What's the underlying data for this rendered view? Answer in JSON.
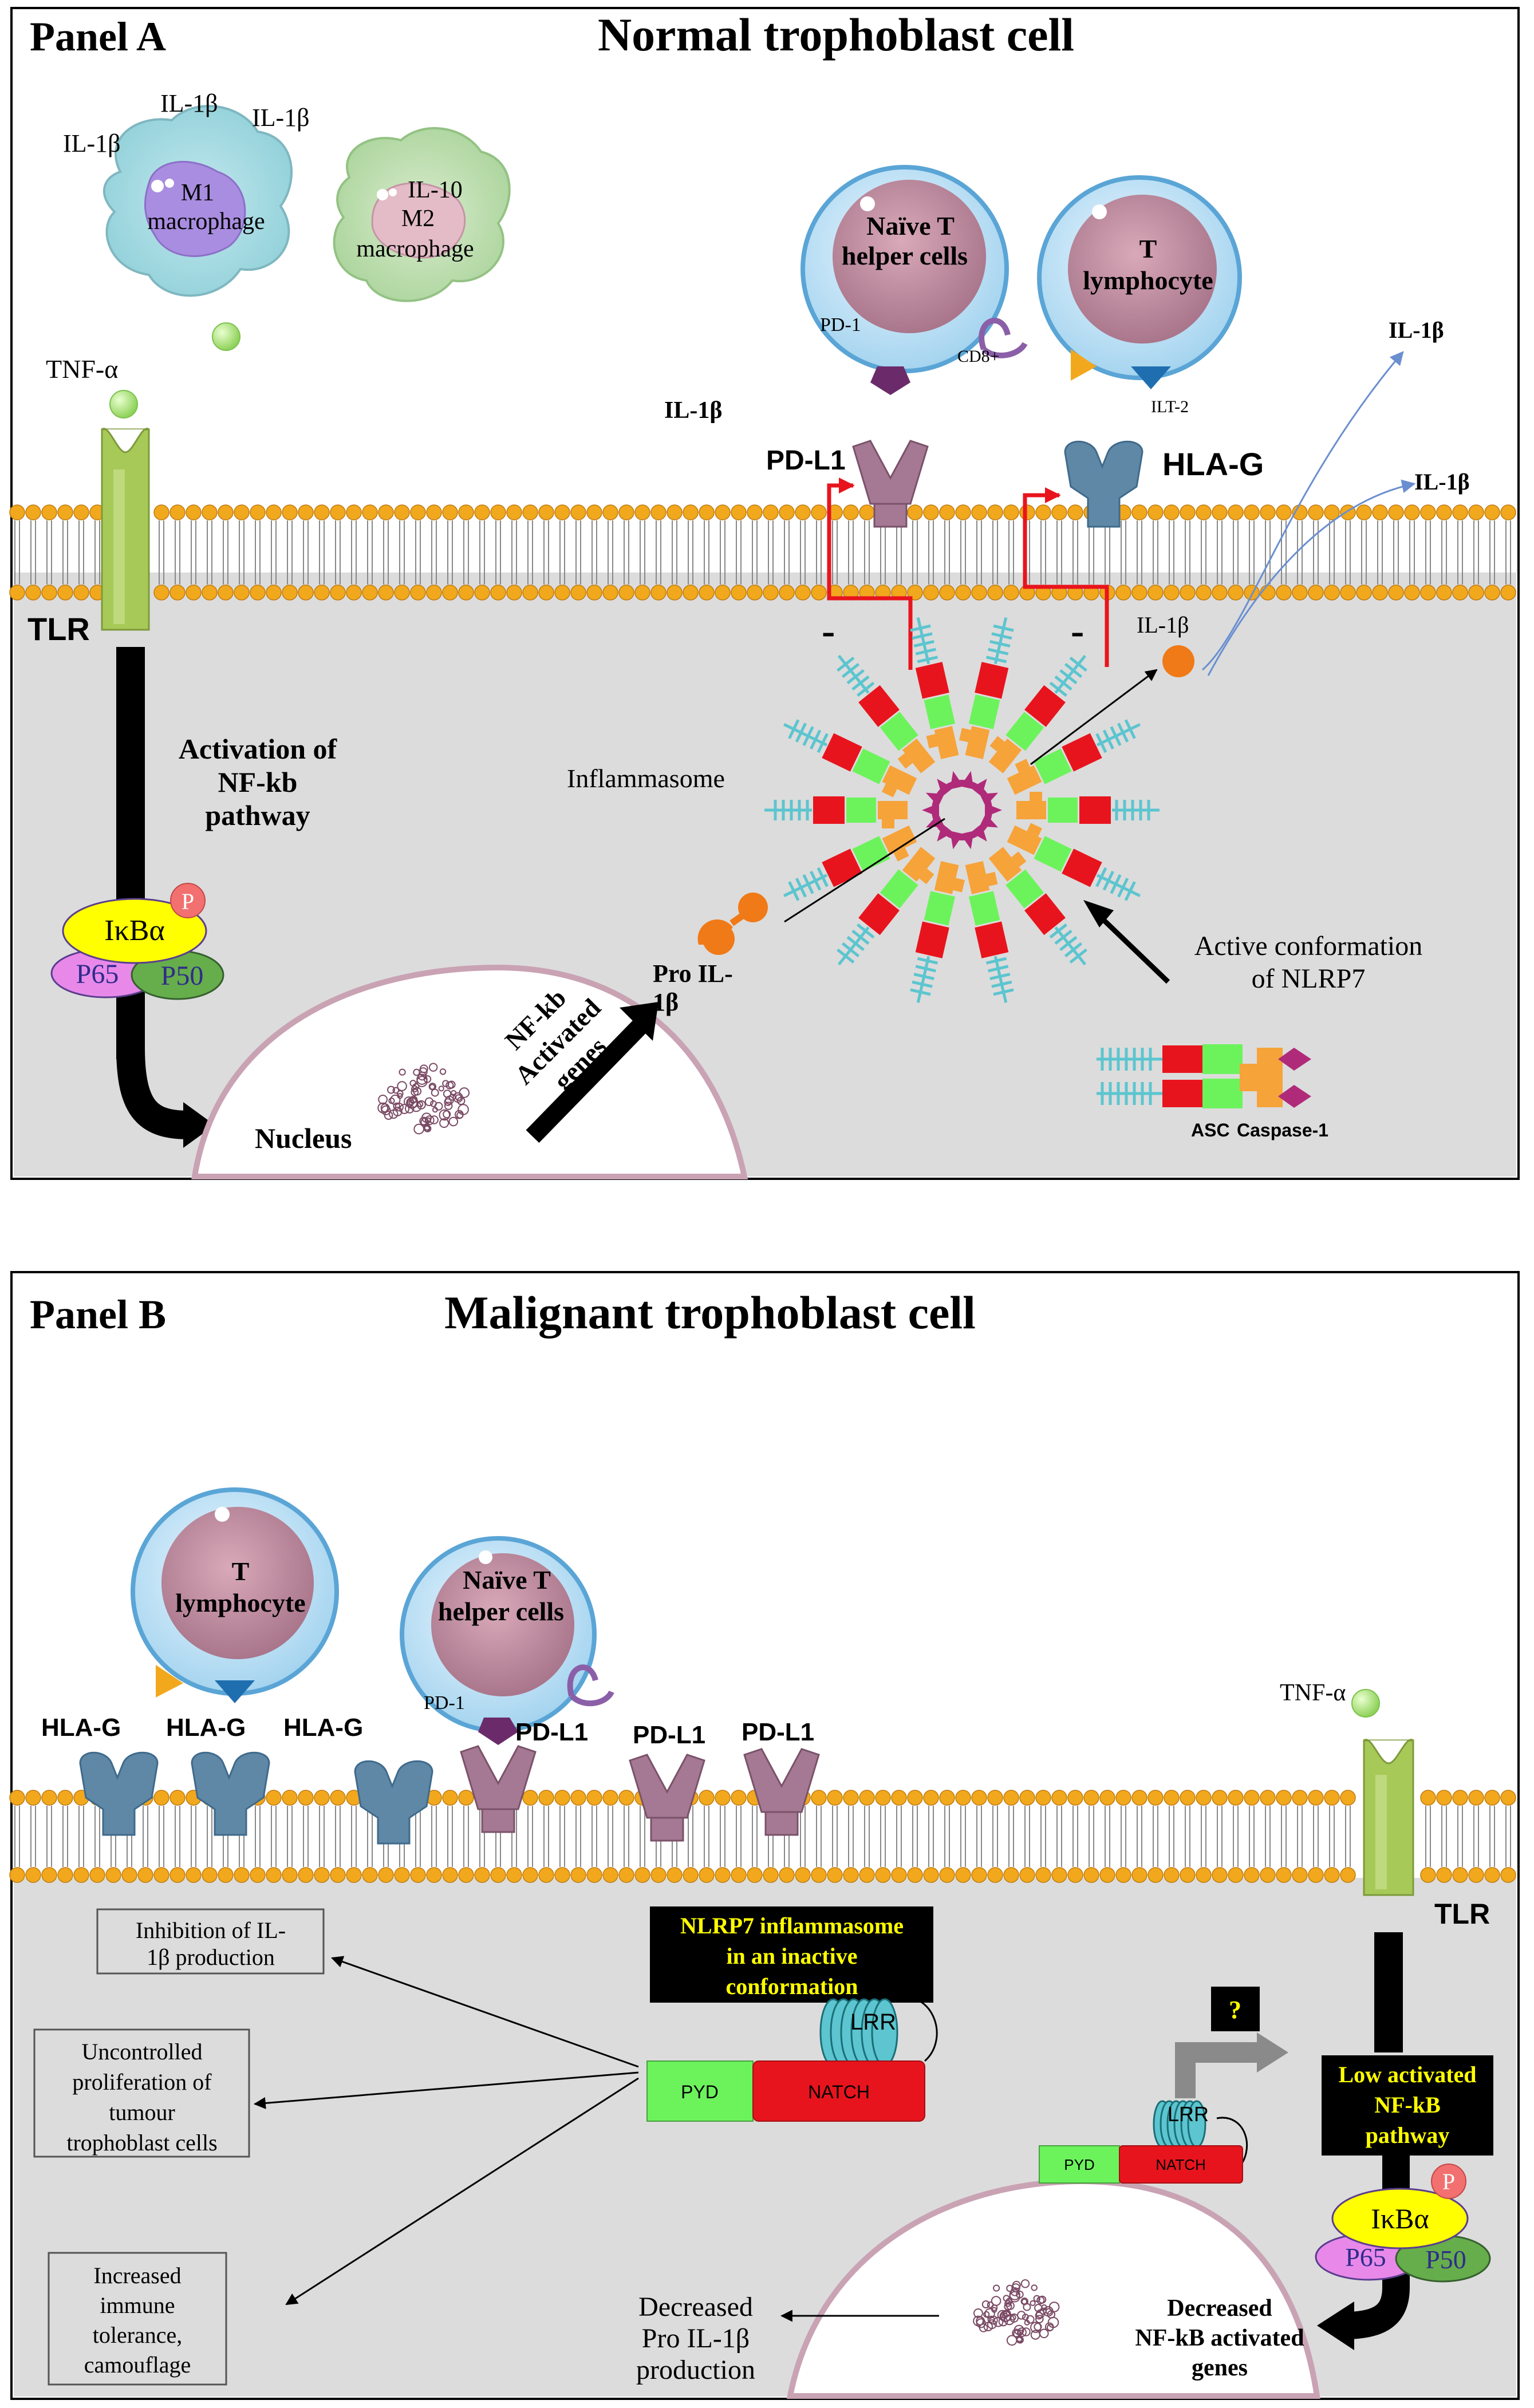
{
  "panel_a": {
    "tag": "Panel A",
    "title": "Normal trophoblast cell",
    "m1_cytokines": [
      "IL-1β",
      "IL-1β",
      "IL-1β"
    ],
    "m1_label": [
      "M1",
      "macrophage"
    ],
    "m2_label": [
      "IL-10",
      "M2",
      "macrophage"
    ],
    "tnf": "TNF-α",
    "tlr": "TLR",
    "naive_t": [
      "Naïve T",
      "helper cells"
    ],
    "pd1": "PD-1",
    "cd8": "CD8+",
    "t_lymph": [
      "T",
      "lymphocyte"
    ],
    "ilt2": "ILT-2",
    "il1b_free": "IL-1β",
    "il1b_out_1": "IL-1β",
    "il1b_out_2": "IL-1β",
    "il1b_in": "IL-1β",
    "pdl1": "PD-L1",
    "hlag": "HLA-G",
    "minus": "-",
    "activation": [
      "Activation of",
      "NF-kb",
      "pathway"
    ],
    "inflammasome": "Inflammasome",
    "ikba": "IκBα",
    "p65": "P65",
    "p50": "P50",
    "p": "P",
    "pro_il1b": [
      "Pro IL-",
      "1β"
    ],
    "nfkb_genes": [
      "NF-kb",
      "Activated",
      "genes"
    ],
    "nucleus": "Nucleus",
    "active_conf": [
      "Active conformation",
      "of NLRP7"
    ],
    "asc": "ASC",
    "caspase": "Caspase-1"
  },
  "panel_b": {
    "tag": "Panel B",
    "title": "Malignant trophoblast cell",
    "t_lymph": [
      "T",
      "lymphocyte"
    ],
    "naive_t": [
      "Naïve T",
      "helper cells"
    ],
    "pd1": "PD-1",
    "hlag": [
      "HLA-G",
      "HLA-G",
      "HLA-G"
    ],
    "pdl1": [
      "PD-L1",
      "PD-L1",
      "PD-L1"
    ],
    "tnf": "TNF-α",
    "tlr": "TLR",
    "box_inhibition": [
      "Inhibition of IL-",
      "1β production"
    ],
    "box_proliferation": [
      "Uncontrolled",
      "proliferation of",
      "tumour",
      "trophoblast cells"
    ],
    "box_tolerance": [
      "Increased",
      "immune",
      "tolerance,",
      "camouflage"
    ],
    "nlrp7_inactive": [
      "NLRP7 inflammasome",
      "in an inactive",
      "conformation"
    ],
    "lrr": "LRR",
    "pyd": "PYD",
    "natch": "NATCH",
    "question": "?",
    "low_nfkb": [
      "Low activated",
      "NF-kB",
      "pathway"
    ],
    "ikba": "IκBα",
    "p65": "P65",
    "p50": "P50",
    "p": "P",
    "decreased_pro": [
      "Decreased",
      "Pro IL-1β",
      "production"
    ],
    "decreased_genes": [
      "Decreased",
      "NF-kB activated",
      "genes"
    ]
  },
  "colors": {
    "membrane_head": "#f2a81d",
    "cytoplasm": "#dcdcdc",
    "receptor_green": "#a7c957",
    "hla_blue": "#5f87a6",
    "pdl1_purple": "#a57893",
    "red": "#e8141d",
    "green": "#6cf35c",
    "orange": "#f6a33a",
    "cyan": "#5cc5cf",
    "yellow": "#ffff00",
    "black_box": "#000000",
    "title_yellow": "#ffff00"
  }
}
